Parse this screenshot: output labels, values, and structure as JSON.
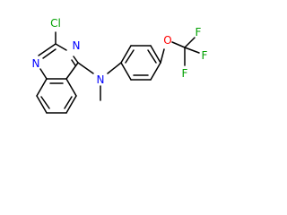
{
  "atoms": {
    "cl": {
      "label": "Cl",
      "color": "#00a000"
    },
    "n1": {
      "label": "N",
      "color": "#0000ff"
    },
    "n3": {
      "label": "N",
      "color": "#0000ff"
    },
    "n_amine": {
      "label": "N",
      "color": "#0000ff"
    },
    "o": {
      "label": "O",
      "color": "#ff0000"
    },
    "f1": {
      "label": "F",
      "color": "#00a000"
    },
    "f2": {
      "label": "F",
      "color": "#00a000"
    },
    "f3": {
      "label": "F",
      "color": "#00a000"
    }
  }
}
